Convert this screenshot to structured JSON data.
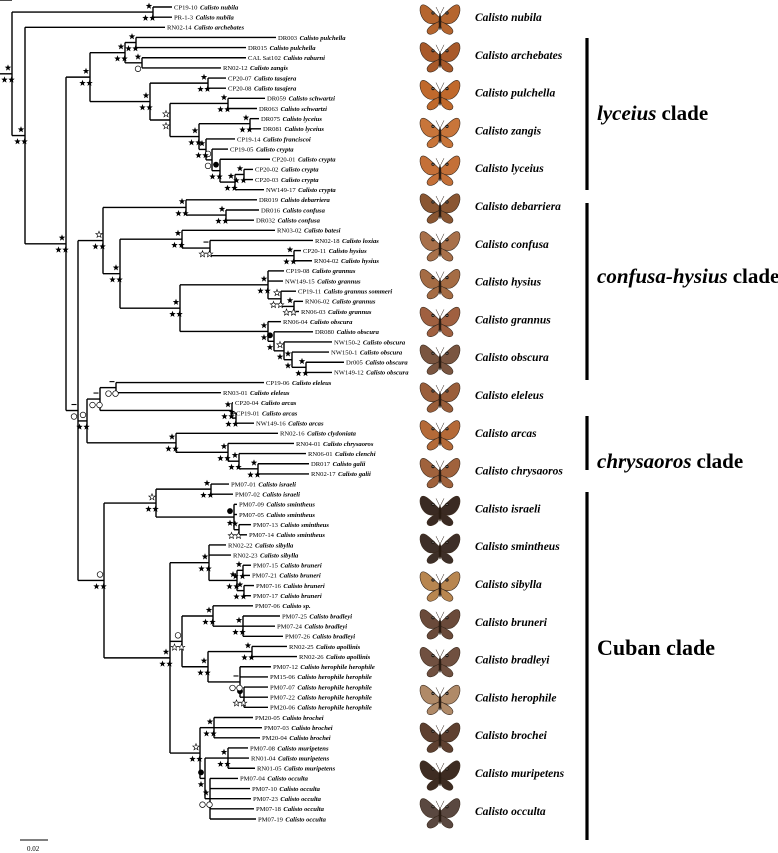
{
  "tips": [
    {
      "code": "CP19-10",
      "species": "Calisto nubila"
    },
    {
      "code": "PR-1-3",
      "species": "Calisto nubila"
    },
    {
      "code": "RN02-14",
      "species": "Calisto archebates"
    },
    {
      "code": "DR003",
      "species": "Calisto pulchella"
    },
    {
      "code": "DR015",
      "species": "Calisto pulchella"
    },
    {
      "code": "CAL Sat102",
      "species": "Calisto raburni"
    },
    {
      "code": "RN02-12",
      "species": "Calisto zangis"
    },
    {
      "code": "CP20-07",
      "species": "Calisto tasajera"
    },
    {
      "code": "CP20-08",
      "species": "Calisto tasajera"
    },
    {
      "code": "DR059",
      "species": "Calisto schwartzi"
    },
    {
      "code": "DR063",
      "species": "Calisto schwartzi"
    },
    {
      "code": "DR075",
      "species": "Calisto lyceius"
    },
    {
      "code": "DR081",
      "species": "Calisto lyceius"
    },
    {
      "code": "CP19-14",
      "species": "Calisto franciscoi"
    },
    {
      "code": "CP19-05",
      "species": "Calisto crypta"
    },
    {
      "code": "CP20-01",
      "species": "Calisto crypta"
    },
    {
      "code": "CP20-02",
      "species": "Calisto crypta"
    },
    {
      "code": "CP20-03",
      "species": "Calisto crypta"
    },
    {
      "code": "NW149-17",
      "species": "Calisto crypta"
    },
    {
      "code": "DR019",
      "species": "Calisto debarriera"
    },
    {
      "code": "DR016",
      "species": "Calisto confusa"
    },
    {
      "code": "DR032",
      "species": "Calisto confusa"
    },
    {
      "code": "RN03-02",
      "species": "Calisto batesi"
    },
    {
      "code": "RN02-18",
      "species": "Calisto loxias"
    },
    {
      "code": "CP20-11",
      "species": "Calisto hysius"
    },
    {
      "code": "RN04-02",
      "species": "Calisto hysius"
    },
    {
      "code": "CP19-08",
      "species": "Calisto grannus"
    },
    {
      "code": "NW149-15",
      "species": "Calisto grannus"
    },
    {
      "code": "CP19-11",
      "species": "Calisto grannus sommeri"
    },
    {
      "code": "RN06-02",
      "species": "Calisto grannus"
    },
    {
      "code": "RN06-03",
      "species": "Calisto grannus"
    },
    {
      "code": "RN06-04",
      "species": "Calisto obscura"
    },
    {
      "code": "DR080",
      "species": "Calisto obscura"
    },
    {
      "code": "NW150-2",
      "species": "Calisto obscura"
    },
    {
      "code": "NW150-1",
      "species": "Calisto obscura"
    },
    {
      "code": "Dr005",
      "species": "Calisto obscura"
    },
    {
      "code": "NW149-12",
      "species": "Calisto obscura"
    },
    {
      "code": "CP19-06",
      "species": "Calisto eleleus"
    },
    {
      "code": "RN03-01",
      "species": "Calisto eleleus"
    },
    {
      "code": "CP20-04",
      "species": "Calisto arcas"
    },
    {
      "code": "CP19-01",
      "species": "Calisto arcas"
    },
    {
      "code": "NW149-16",
      "species": "Calisto arcas"
    },
    {
      "code": "RN02-16",
      "species": "Calisto clydoniata"
    },
    {
      "code": "RN04-01",
      "species": "Calisto chrysaoros"
    },
    {
      "code": "RN06-01",
      "species": "Calisto clenchi"
    },
    {
      "code": "DR017",
      "species": "Calisto galii"
    },
    {
      "code": "RN02-17",
      "species": "Calisto galii"
    },
    {
      "code": "PM07-01",
      "species": "Calisto israeli"
    },
    {
      "code": "PM07-02",
      "species": "Calisto israeli"
    },
    {
      "code": "PM07-09",
      "species": "Calisto smintheus"
    },
    {
      "code": "PM07-05",
      "species": "Calisto smintheus"
    },
    {
      "code": "PM07-13",
      "species": "Calisto smintheus"
    },
    {
      "code": "PM07-14",
      "species": "Calisto smintheus"
    },
    {
      "code": "RN02-22",
      "species": "Calisto sibylla"
    },
    {
      "code": "RN02-23",
      "species": "Calisto sibylla"
    },
    {
      "code": "PM07-15",
      "species": "Calisto bruneri"
    },
    {
      "code": "PM07-21",
      "species": "Calisto bruneri"
    },
    {
      "code": "PM07-16",
      "species": "Calisto bruneri"
    },
    {
      "code": "PM07-17",
      "species": "Calisto bruneri"
    },
    {
      "code": "PM07-06",
      "species": "Calisto sp."
    },
    {
      "code": "PM07-25",
      "species": "Calisto bradleyi"
    },
    {
      "code": "PM07-24",
      "species": "Calisto bradleyi"
    },
    {
      "code": "PM07-26",
      "species": "Calisto bradleyi"
    },
    {
      "code": "RN02-25",
      "species": "Calisto apollinis"
    },
    {
      "code": "RN02-26",
      "species": "Calisto apollinis"
    },
    {
      "code": "PM07-12",
      "species": "Calisto herophile herophile"
    },
    {
      "code": "PM15-06",
      "species": "Calisto herophile herophile"
    },
    {
      "code": "PM07-07",
      "species": "Calisto herophile herophile"
    },
    {
      "code": "PM07-22",
      "species": "Calisto herophile herophile"
    },
    {
      "code": "PM20-06",
      "species": "Calisto herophile herophile"
    },
    {
      "code": "PM20-05",
      "species": "Calisto brochei"
    },
    {
      "code": "PM07-03",
      "species": "Calisto brochei"
    },
    {
      "code": "PM20-04",
      "species": "Calisto brochei"
    },
    {
      "code": "PM07-08",
      "species": "Calisto muripetens"
    },
    {
      "code": "RN01-04",
      "species": "Calisto muripetens"
    },
    {
      "code": "RN01-05",
      "species": "Calisto muripetens"
    },
    {
      "code": "PM07-04",
      "species": "Calisto occulta"
    },
    {
      "code": "PM07-10",
      "species": "Calisto occulta"
    },
    {
      "code": "PM07-23",
      "species": "Calisto occulta"
    },
    {
      "code": "PM07-18",
      "species": "Calisto occulta"
    },
    {
      "code": "PM07-19",
      "species": "Calisto occulta"
    }
  ],
  "specimens": [
    {
      "name": "Calisto nubila",
      "color": "#b5652e"
    },
    {
      "name": "Calisto archebates",
      "color": "#a8592a"
    },
    {
      "name": "Calisto pulchella",
      "color": "#c0692c"
    },
    {
      "name": "Calisto zangis",
      "color": "#c8753a"
    },
    {
      "name": "Calisto lyceius",
      "color": "#c47038"
    },
    {
      "name": "Calisto debarriera",
      "color": "#8a5632"
    },
    {
      "name": "Calisto confusa",
      "color": "#a8704a"
    },
    {
      "name": "Calisto hysius",
      "color": "#a56c44"
    },
    {
      "name": "Calisto grannus",
      "color": "#a06040"
    },
    {
      "name": "Calisto obscura",
      "color": "#7a5540"
    },
    {
      "name": "Calisto eleleus",
      "color": "#9a5e3a"
    },
    {
      "name": "Calisto arcas",
      "color": "#b46a38"
    },
    {
      "name": "Calisto chrysaoros",
      "color": "#a0623c"
    },
    {
      "name": "Calisto israeli",
      "color": "#3a2a22"
    },
    {
      "name": "Calisto smintheus",
      "color": "#3e2f28"
    },
    {
      "name": "Calisto sibylla",
      "color": "#b88650"
    },
    {
      "name": "Calisto bruneri",
      "color": "#6a4a3a"
    },
    {
      "name": "Calisto bradleyi",
      "color": "#705040"
    },
    {
      "name": "Calisto herophile",
      "color": "#b08a68"
    },
    {
      "name": "Calisto brochei",
      "color": "#5e4030"
    },
    {
      "name": "Calisto muripetens",
      "color": "#3e2c22"
    },
    {
      "name": "Calisto occulta",
      "color": "#5a4840"
    }
  ],
  "clades": [
    {
      "italic": "lyceius",
      "roman": "clade"
    },
    {
      "italic": "confusa-hysius",
      "roman": "clade"
    },
    {
      "italic": "chrysaoros",
      "roman": "clade"
    },
    {
      "italic": "",
      "roman": "Cuban clade"
    }
  ],
  "scale_label": "0.02"
}
